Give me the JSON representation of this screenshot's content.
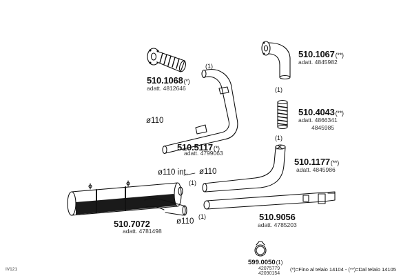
{
  "parts": [
    {
      "id": "p1067",
      "code": "510.1067",
      "mark": "(**)",
      "refs": [
        "adatt. 4845982"
      ]
    },
    {
      "id": "p1068",
      "code": "510.1068",
      "mark": "(*)",
      "refs": [
        "adatt. 4812646"
      ]
    },
    {
      "id": "p4043",
      "code": "510.4043",
      "mark": "(**)",
      "refs": [
        "adatt. 4866341",
        "4845985"
      ]
    },
    {
      "id": "p5117",
      "code": "510.5117",
      "mark": "(*)",
      "refs": [
        "adatt. 4799063"
      ]
    },
    {
      "id": "p1177",
      "code": "510.1177",
      "mark": "(**)",
      "refs": [
        "adatt. 4845986"
      ]
    },
    {
      "id": "p7072",
      "code": "510.7072",
      "mark": "",
      "refs": [
        "adatt. 4781498"
      ]
    },
    {
      "id": "p9056",
      "code": "510.9056",
      "mark": "",
      "refs": [
        "adatt. 4785203"
      ]
    },
    {
      "id": "p0050",
      "code": "599.0050",
      "mark": "(1)",
      "refs": [
        "42075779",
        "42090154"
      ]
    }
  ],
  "notes": {
    "q_1": "(1)",
    "q_2": "(1)",
    "q_3": "(1)",
    "q_4": "(1)",
    "q_5": "(1)"
  },
  "dimensions": {
    "d_110_a": "ø110",
    "d_110_int": "ø110 int.",
    "d_110_b": "ø110",
    "d_110_c": "ø110"
  },
  "legend": "(*)=Fino al telaio 14104  -  (**)=Dal telaio 14105",
  "page_code": "IV121"
}
